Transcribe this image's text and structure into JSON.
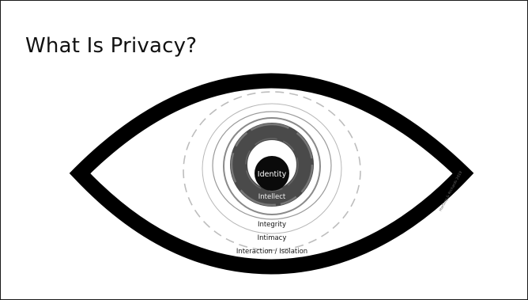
{
  "slide": {
    "title": "What Is Privacy?"
  },
  "diagram": {
    "layers": [
      "Identity",
      "Intellect",
      "Integrity",
      "Intimacy",
      "Interaction / Isolation"
    ],
    "credit": "Hartzog & Richards 2019"
  }
}
